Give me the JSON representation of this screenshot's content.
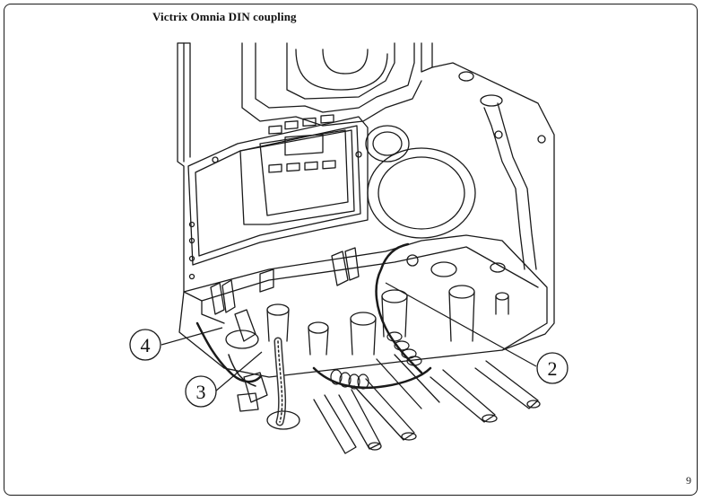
{
  "document": {
    "title": "Victrix Omnia DIN coupling",
    "page_number": "9"
  },
  "figure": {
    "callouts": [
      {
        "id": "4",
        "label": "4"
      },
      {
        "id": "3",
        "label": "3"
      },
      {
        "id": "2",
        "label": "2"
      }
    ]
  }
}
